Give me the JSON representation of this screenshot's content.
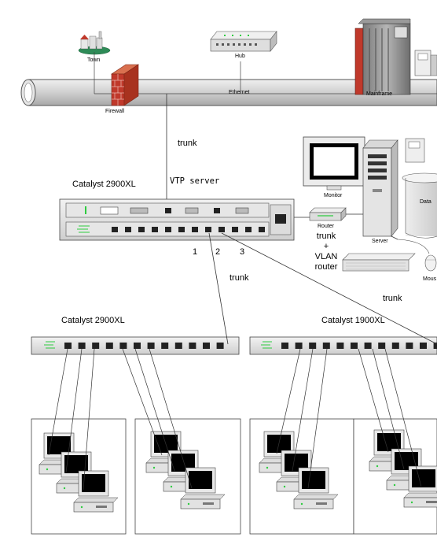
{
  "labels": {
    "town": "Town",
    "hub": "Hub",
    "ethernet": "Ethernet",
    "mainframe": "Mainframe",
    "firewall": "Firewall",
    "trunk_top": "trunk",
    "vtp_server": "VTP server",
    "catalyst_2900_top": "Catalyst 2900XL",
    "monitor": "Monitor",
    "data": "Data",
    "router": "Router",
    "server": "Server",
    "trunk_router_lines": [
      "trunk",
      "+",
      "VLAN",
      "router"
    ],
    "mouse": "Mous",
    "port_1": "1",
    "port_2": "2",
    "port_3": "3",
    "trunk_mid": "trunk",
    "trunk_right": "trunk",
    "catalyst_2900_bottom": "Catalyst 2900XL",
    "catalyst_1900_bottom": "Catalyst 1900XL"
  },
  "colors": {
    "pipe_fill": "#d9d9d9",
    "pipe_stroke": "#555555",
    "brick": "#c0392b",
    "switch_fill": "#e2e2e2",
    "port_fill": "#2b2b2b",
    "screen": "#000000",
    "mainframe_red": "#c0392b",
    "led_green": "#2ecc40"
  }
}
